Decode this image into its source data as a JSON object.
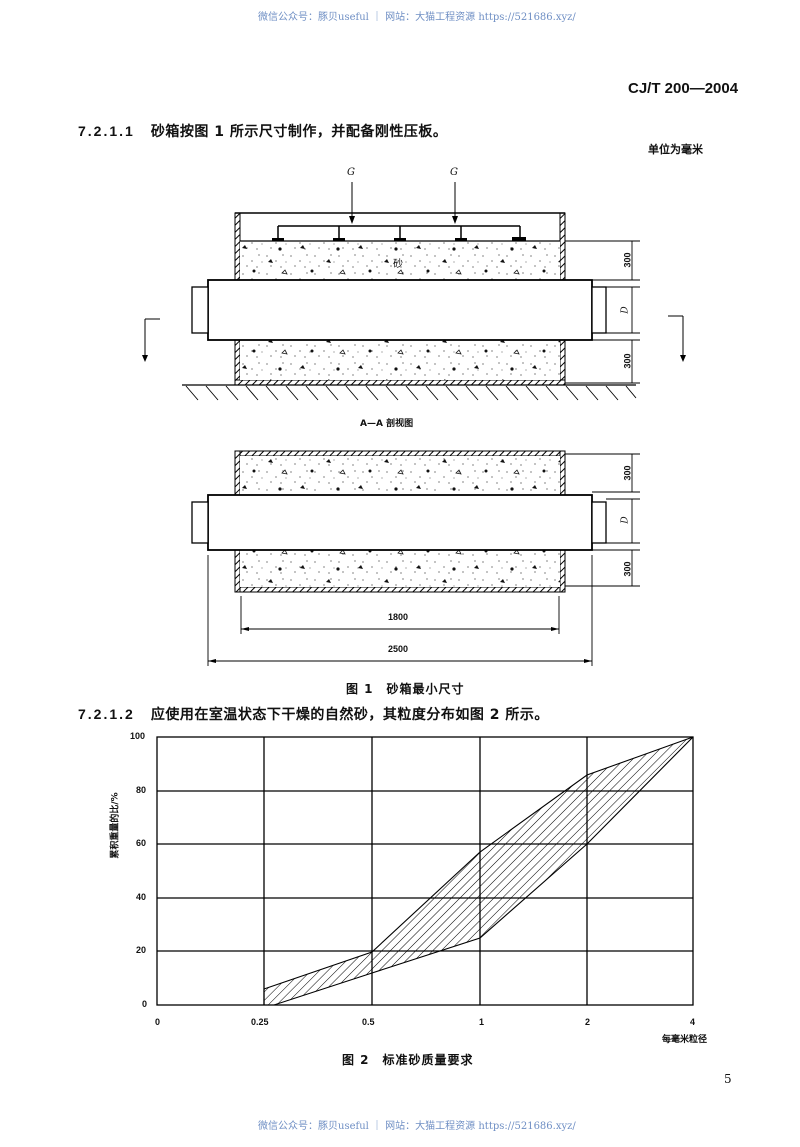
{
  "watermark": {
    "top": "微信公众号：豚贝useful ｜ 网站：大猫工程资源 https://521686.xyz/",
    "bottom": "微信公众号：豚贝useful ｜ 网站：大猫工程资源 https://521686.xyz/"
  },
  "header": {
    "standard_code": "CJ/T 200—2004"
  },
  "clause_1": {
    "number": "7.2.1.1",
    "text": "砂箱按图 1 所示尺寸制作，并配备刚性压板。"
  },
  "unit_note": "单位为毫米",
  "figure_1": {
    "load_labels": [
      "G",
      "G"
    ],
    "sand_label": "砂",
    "section_caption": "A—A 剖视图",
    "dimensions": {
      "top_sand": "300",
      "pipe_diameter": "D",
      "bottom_sand": "300",
      "inner_length": "1800",
      "total_length": "2500"
    },
    "caption": "图 1　砂箱最小尺寸"
  },
  "clause_2": {
    "number": "7.2.1.2",
    "text": "应使用在室温状态下干燥的自然砂，其粒度分布如图 2 所示。"
  },
  "chart_data": {
    "type": "area",
    "title": "图 2　标准砂质量要求",
    "xlabel": "每毫米粒径",
    "ylabel": "累积重量的比/%",
    "x_ticks": [
      "0",
      "0.25",
      "0.5",
      "1",
      "2",
      "4"
    ],
    "y_ticks": [
      "0",
      "20",
      "40",
      "60",
      "80",
      "100"
    ],
    "ylim": [
      0,
      100
    ],
    "grid": true,
    "x": [
      0.25,
      0.5,
      1,
      2,
      4
    ],
    "series": [
      {
        "name": "upper limit",
        "values": [
          6,
          20,
          57,
          86,
          100
        ]
      },
      {
        "name": "lower limit",
        "values": [
          0,
          12,
          25,
          60,
          100
        ]
      }
    ],
    "fill": "hatched band between upper and lower limit"
  },
  "chart_labels": {
    "x_ticks": [
      "0",
      "0.25",
      "0.5",
      "1",
      "2",
      "4"
    ],
    "y_ticks": [
      "100",
      "80",
      "60",
      "40",
      "20",
      "0"
    ],
    "xlabel": "每毫米粒径",
    "ylabel": "累积重量的比/%"
  },
  "figure_2": {
    "caption": "图 2　标准砂质量要求"
  },
  "page_number": "5"
}
